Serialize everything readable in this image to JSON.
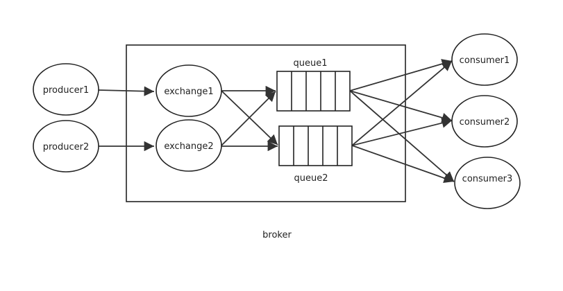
{
  "diagram": {
    "container": {
      "label": "broker"
    },
    "producers": [
      {
        "id": "p1",
        "label": "producer1"
      },
      {
        "id": "p2",
        "label": "producer2"
      }
    ],
    "exchanges": [
      {
        "id": "e1",
        "label": "exchange1"
      },
      {
        "id": "e2",
        "label": "exchange2"
      }
    ],
    "queues": [
      {
        "id": "q1",
        "label": "queue1",
        "slots": 5
      },
      {
        "id": "q2",
        "label": "queue2",
        "slots": 5
      }
    ],
    "consumers": [
      {
        "id": "c1",
        "label": "consumer1"
      },
      {
        "id": "c2",
        "label": "consumer2"
      },
      {
        "id": "c3",
        "label": "consumer3"
      }
    ],
    "edges": [
      {
        "from": "p1",
        "to": "e1"
      },
      {
        "from": "p2",
        "to": "e2"
      },
      {
        "from": "e1",
        "to": "q1"
      },
      {
        "from": "e1",
        "to": "q2"
      },
      {
        "from": "e2",
        "to": "q1"
      },
      {
        "from": "e2",
        "to": "q2"
      },
      {
        "from": "q1",
        "to": "c1"
      },
      {
        "from": "q1",
        "to": "c2"
      },
      {
        "from": "q1",
        "to": "c3"
      },
      {
        "from": "q2",
        "to": "c1"
      },
      {
        "from": "q2",
        "to": "c2"
      },
      {
        "from": "q2",
        "to": "c3"
      }
    ],
    "colors": {
      "stroke": "#222222",
      "background": "#ffffff"
    }
  }
}
